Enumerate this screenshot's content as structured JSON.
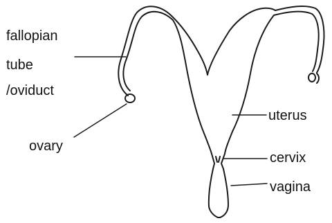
{
  "labels": {
    "fallopian_line1": "fallopian",
    "fallopian_line2": "tube",
    "fallopian_line3": "/oviduct",
    "ovary": "ovary",
    "uterus": "uterus",
    "cervix": "cervix",
    "vagina": "vagina"
  },
  "colors": {
    "outline": "#1a1a1a",
    "background": "#ffffff"
  }
}
